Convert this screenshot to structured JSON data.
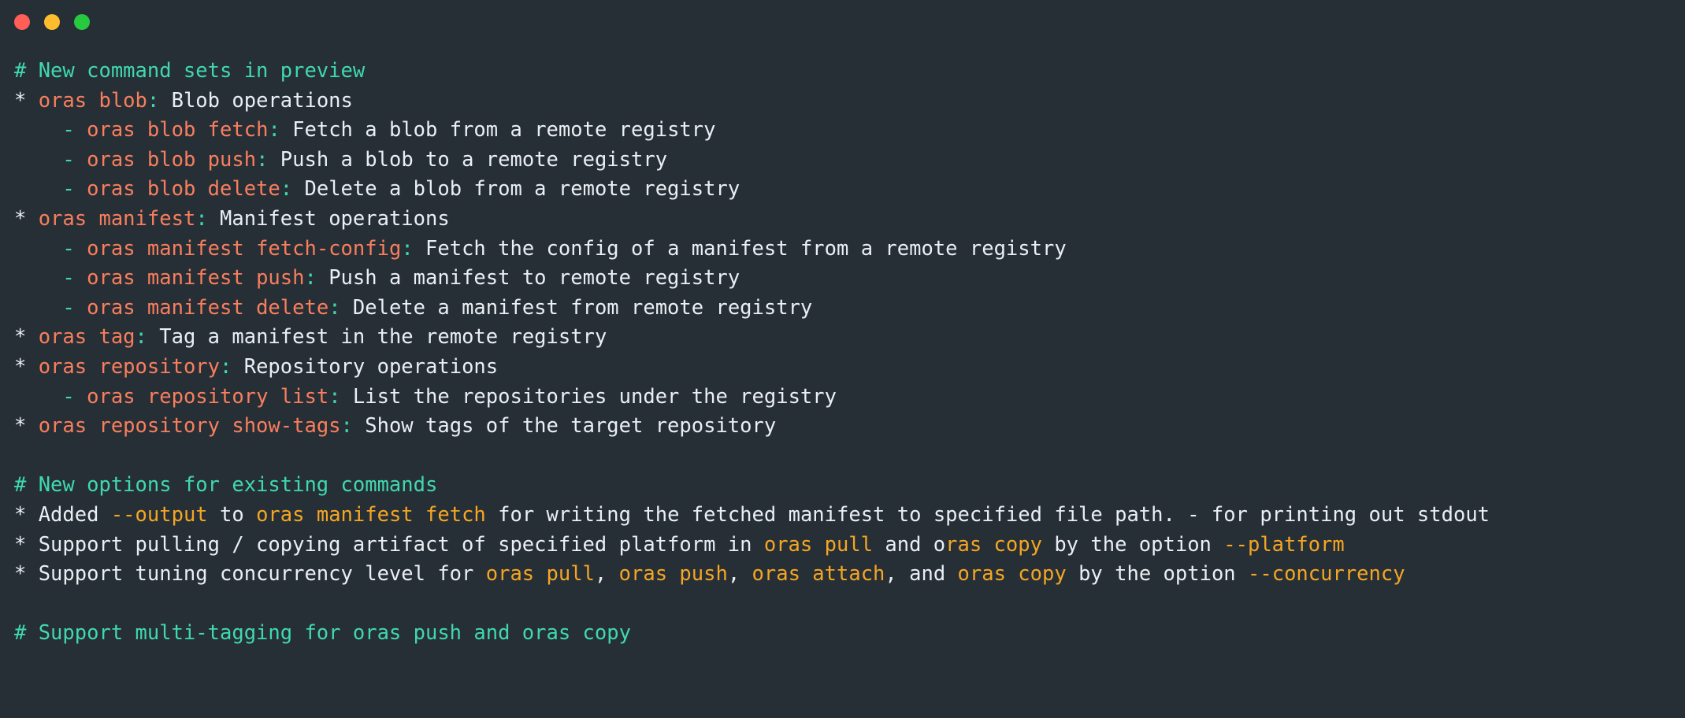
{
  "window": {
    "traffic_lights": [
      {
        "name": "close-button",
        "color": "#ff5f56"
      },
      {
        "name": "minimize-button",
        "color": "#ffbd2e"
      },
      {
        "name": "maximize-button",
        "color": "#27c93f"
      }
    ]
  },
  "palette": {
    "background": "#272f36",
    "heading_green": "#3fd9ad",
    "command_red": "#f97e5d",
    "command_amber": "#f5a623",
    "plain_text": "#e9eff3"
  },
  "terminal": {
    "lines": [
      {
        "id": "heading-new-command-sets",
        "plain": "# New command sets in preview",
        "tokens": [
          {
            "t": "# New command sets in preview",
            "c": "tk-heading"
          }
        ]
      },
      {
        "id": "cmd-oras-blob",
        "plain": "* oras blob: Blob operations",
        "tokens": [
          {
            "t": "* ",
            "c": "tk-plain"
          },
          {
            "t": "oras blob",
            "c": "tk-cmd"
          },
          {
            "t": ":",
            "c": "tk-colon"
          },
          {
            "t": " Blob operations",
            "c": "tk-plain"
          }
        ]
      },
      {
        "id": "cmd-oras-blob-fetch",
        "plain": "    - oras blob fetch: Fetch a blob from a remote registry",
        "tokens": [
          {
            "t": "    ",
            "c": "tk-plain"
          },
          {
            "t": "-",
            "c": "tk-dash"
          },
          {
            "t": " ",
            "c": "tk-plain"
          },
          {
            "t": "oras blob fetch",
            "c": "tk-cmd"
          },
          {
            "t": ":",
            "c": "tk-colon"
          },
          {
            "t": " Fetch a blob from a remote registry",
            "c": "tk-plain"
          }
        ]
      },
      {
        "id": "cmd-oras-blob-push",
        "plain": "    - oras blob push: Push a blob to a remote registry",
        "tokens": [
          {
            "t": "    ",
            "c": "tk-plain"
          },
          {
            "t": "-",
            "c": "tk-dash"
          },
          {
            "t": " ",
            "c": "tk-plain"
          },
          {
            "t": "oras blob push",
            "c": "tk-cmd"
          },
          {
            "t": ":",
            "c": "tk-colon"
          },
          {
            "t": " Push a blob to a remote registry",
            "c": "tk-plain"
          }
        ]
      },
      {
        "id": "cmd-oras-blob-delete",
        "plain": "    - oras blob delete: Delete a blob from a remote registry",
        "tokens": [
          {
            "t": "    ",
            "c": "tk-plain"
          },
          {
            "t": "-",
            "c": "tk-dash"
          },
          {
            "t": " ",
            "c": "tk-plain"
          },
          {
            "t": "oras blob delete",
            "c": "tk-cmd"
          },
          {
            "t": ":",
            "c": "tk-colon"
          },
          {
            "t": " Delete a blob from a remote registry",
            "c": "tk-plain"
          }
        ]
      },
      {
        "id": "cmd-oras-manifest",
        "plain": "* oras manifest: Manifest operations",
        "tokens": [
          {
            "t": "* ",
            "c": "tk-plain"
          },
          {
            "t": "oras manifest",
            "c": "tk-cmd"
          },
          {
            "t": ":",
            "c": "tk-colon"
          },
          {
            "t": " Manifest operations",
            "c": "tk-plain"
          }
        ]
      },
      {
        "id": "cmd-oras-manifest-fetch-config",
        "plain": "    - oras manifest fetch-config: Fetch the config of a manifest from a remote registry",
        "tokens": [
          {
            "t": "    ",
            "c": "tk-plain"
          },
          {
            "t": "-",
            "c": "tk-dash"
          },
          {
            "t": " ",
            "c": "tk-plain"
          },
          {
            "t": "oras manifest fetch-config",
            "c": "tk-cmd"
          },
          {
            "t": ":",
            "c": "tk-colon"
          },
          {
            "t": " Fetch the config of a manifest from a remote registry",
            "c": "tk-plain"
          }
        ]
      },
      {
        "id": "cmd-oras-manifest-push",
        "plain": "    - oras manifest push: Push a manifest to remote registry",
        "tokens": [
          {
            "t": "    ",
            "c": "tk-plain"
          },
          {
            "t": "-",
            "c": "tk-dash"
          },
          {
            "t": " ",
            "c": "tk-plain"
          },
          {
            "t": "oras manifest push",
            "c": "tk-cmd"
          },
          {
            "t": ":",
            "c": "tk-colon"
          },
          {
            "t": " Push a manifest to remote registry",
            "c": "tk-plain"
          }
        ]
      },
      {
        "id": "cmd-oras-manifest-delete",
        "plain": "    - oras manifest delete: Delete a manifest from remote registry",
        "tokens": [
          {
            "t": "    ",
            "c": "tk-plain"
          },
          {
            "t": "-",
            "c": "tk-dash"
          },
          {
            "t": " ",
            "c": "tk-plain"
          },
          {
            "t": "oras manifest delete",
            "c": "tk-cmd"
          },
          {
            "t": ":",
            "c": "tk-colon"
          },
          {
            "t": " Delete a manifest from remote registry",
            "c": "tk-plain"
          }
        ]
      },
      {
        "id": "cmd-oras-tag",
        "plain": "* oras tag: Tag a manifest in the remote registry",
        "tokens": [
          {
            "t": "* ",
            "c": "tk-plain"
          },
          {
            "t": "oras tag",
            "c": "tk-cmd"
          },
          {
            "t": ":",
            "c": "tk-colon"
          },
          {
            "t": " Tag a manifest in the remote registry",
            "c": "tk-plain"
          }
        ]
      },
      {
        "id": "cmd-oras-repository",
        "plain": "* oras repository: Repository operations",
        "tokens": [
          {
            "t": "* ",
            "c": "tk-plain"
          },
          {
            "t": "oras repository",
            "c": "tk-cmd"
          },
          {
            "t": ":",
            "c": "tk-colon"
          },
          {
            "t": " Repository operations",
            "c": "tk-plain"
          }
        ]
      },
      {
        "id": "cmd-oras-repository-list",
        "plain": "    - oras repository list: List the repositories under the registry",
        "tokens": [
          {
            "t": "    ",
            "c": "tk-plain"
          },
          {
            "t": "-",
            "c": "tk-dash"
          },
          {
            "t": " ",
            "c": "tk-plain"
          },
          {
            "t": "oras repository list",
            "c": "tk-cmd"
          },
          {
            "t": ":",
            "c": "tk-colon"
          },
          {
            "t": " List the repositories under the registry",
            "c": "tk-plain"
          }
        ]
      },
      {
        "id": "cmd-oras-repository-show-tags",
        "plain": "* oras repository show-tags: Show tags of the target repository",
        "tokens": [
          {
            "t": "* ",
            "c": "tk-plain"
          },
          {
            "t": "oras repository show-tags",
            "c": "tk-cmd"
          },
          {
            "t": ":",
            "c": "tk-colon"
          },
          {
            "t": " Show tags of the target repository",
            "c": "tk-plain"
          }
        ]
      },
      {
        "id": "spacer-1",
        "plain": " ",
        "tokens": [
          {
            "t": " ",
            "c": "tk-plain"
          }
        ]
      },
      {
        "id": "heading-new-options",
        "plain": "# New options for existing commands",
        "tokens": [
          {
            "t": "# New options for existing commands",
            "c": "tk-heading"
          }
        ]
      },
      {
        "id": "opt-output",
        "plain": "* Added --output to oras manifest fetch for writing the fetched manifest to specified file path. - for printing out stdout",
        "tokens": [
          {
            "t": "* Added ",
            "c": "tk-plain"
          },
          {
            "t": "--output",
            "c": "tk-flag"
          },
          {
            "t": " to ",
            "c": "tk-plain"
          },
          {
            "t": "oras manifest fetch",
            "c": "tk-cmd-amber"
          },
          {
            "t": " for writing the fetched manifest to specified file path. - for printing out stdout",
            "c": "tk-plain"
          }
        ]
      },
      {
        "id": "opt-platform",
        "plain": "* Support pulling / copying artifact of specified platform in oras pull and oras copy by the option --platform",
        "tokens": [
          {
            "t": "* Support pulling / copying artifact of specified platform in ",
            "c": "tk-plain"
          },
          {
            "t": "oras pull",
            "c": "tk-cmd-amber"
          },
          {
            "t": " and o",
            "c": "tk-plain"
          },
          {
            "t": "ras copy",
            "c": "tk-cmd-amber"
          },
          {
            "t": " by the option ",
            "c": "tk-plain"
          },
          {
            "t": "--platform",
            "c": "tk-flag"
          }
        ]
      },
      {
        "id": "opt-concurrency",
        "plain": "* Support tuning concurrency level for oras pull, oras push, oras attach, and oras copy by the option --concurrency",
        "tokens": [
          {
            "t": "* Support tuning concurrency level for ",
            "c": "tk-plain"
          },
          {
            "t": "oras pull",
            "c": "tk-cmd-amber"
          },
          {
            "t": ", ",
            "c": "tk-plain"
          },
          {
            "t": "oras push",
            "c": "tk-cmd-amber"
          },
          {
            "t": ", ",
            "c": "tk-plain"
          },
          {
            "t": "oras attach",
            "c": "tk-cmd-amber"
          },
          {
            "t": ", and ",
            "c": "tk-plain"
          },
          {
            "t": "oras copy",
            "c": "tk-cmd-amber"
          },
          {
            "t": " by the option ",
            "c": "tk-plain"
          },
          {
            "t": "--concurrency",
            "c": "tk-flag"
          }
        ]
      },
      {
        "id": "spacer-2",
        "plain": " ",
        "tokens": [
          {
            "t": " ",
            "c": "tk-plain"
          }
        ]
      },
      {
        "id": "heading-multi-tagging",
        "plain": "# Support multi-tagging for oras push and oras copy",
        "tokens": [
          {
            "t": "# Support multi-tagging for oras push and oras copy",
            "c": "tk-heading"
          }
        ]
      }
    ]
  }
}
